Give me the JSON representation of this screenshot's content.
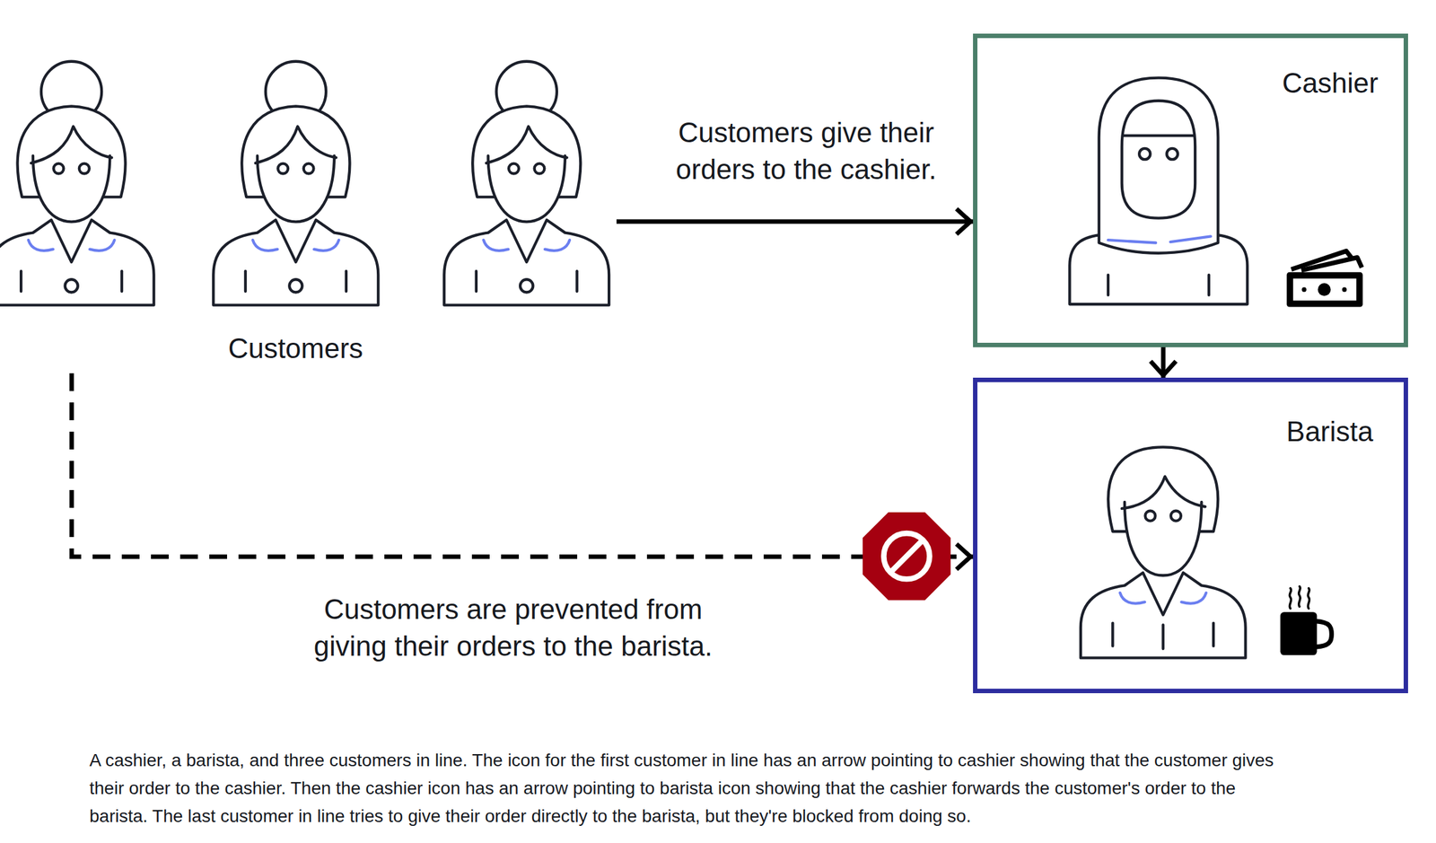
{
  "diagram": {
    "caption": "A cashier, a barista, and three customers in line. The icon for the first customer in line has an arrow pointing to cashier showing that the customer gives their order to the cashier. Then the cashier icon has an arrow pointing to barista icon showing that the cashier forwards the customer's order to the barista. The last customer in line tries to give their order directly to the barista, but they're blocked from doing so.",
    "nodes": [
      {
        "text": [
          "Customers"
        ]
      },
      {
        "text": [
          "Cashier"
        ]
      },
      {
        "text": [
          "Barista"
        ]
      }
    ],
    "edges": [
      {
        "from": 0,
        "to": 1,
        "arrow": "to",
        "label": "Customers give their orders to the cashier."
      },
      {
        "from": 1,
        "to": 2,
        "arrow": "to"
      },
      {
        "from": 0,
        "to": 2,
        "arrow": "to",
        "label": "Customers are prevented from giving their orders to the barista."
      }
    ]
  }
}
